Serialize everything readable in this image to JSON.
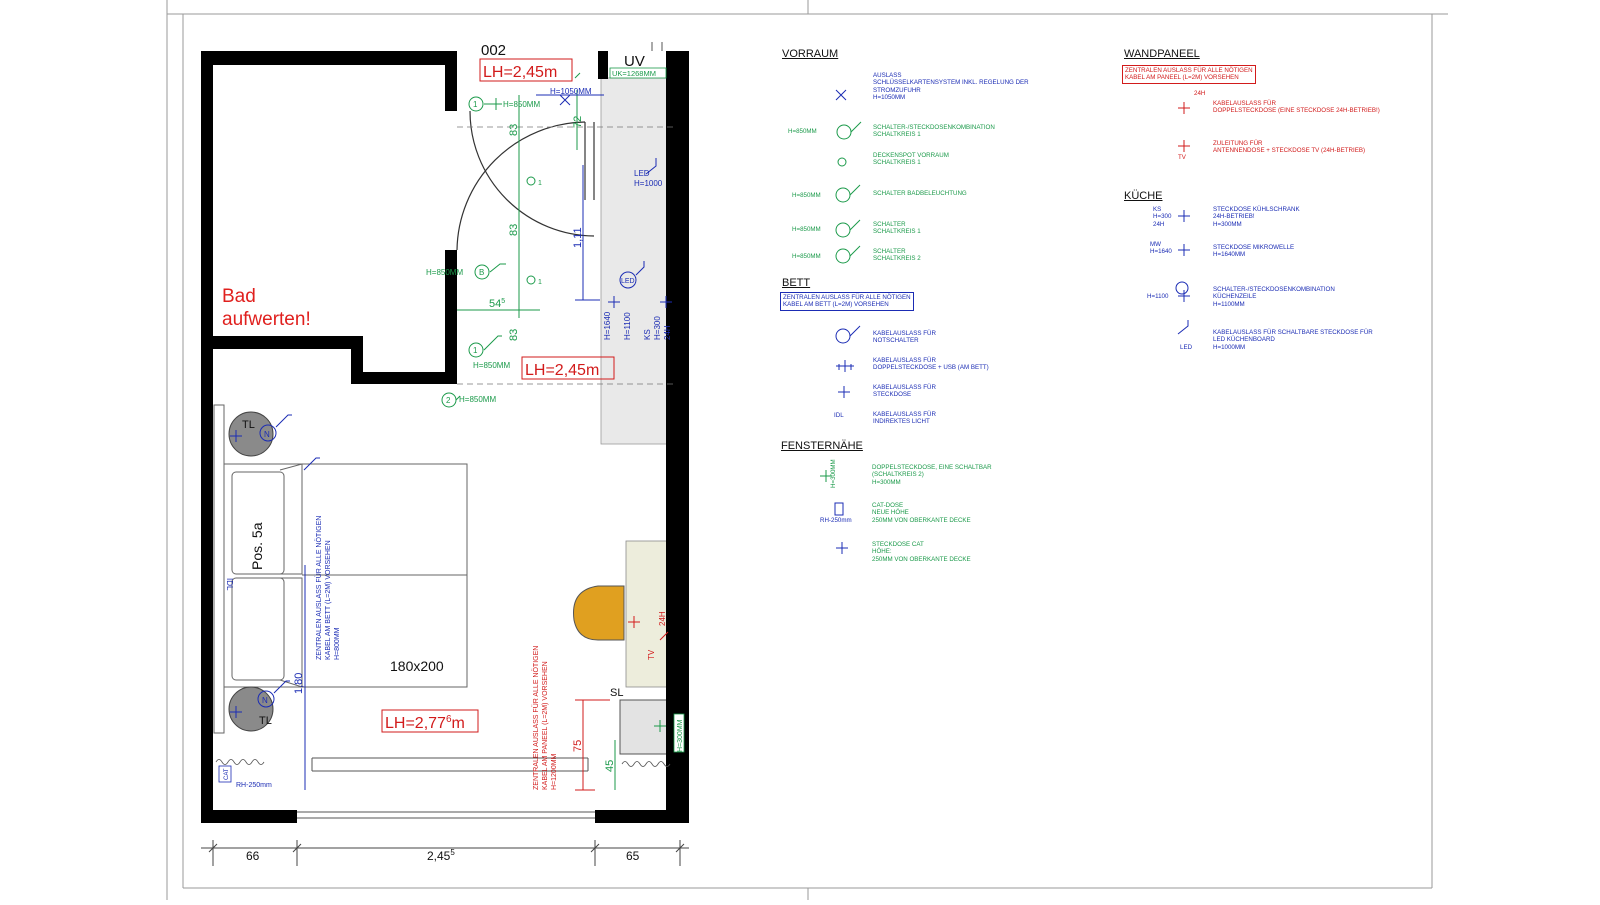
{
  "plan": {
    "room_number": "002",
    "lh_vorraum": "LH=2,45m",
    "lh_bad": "LH=2,45m",
    "lh_room": "LH=2,77",
    "lh_room_sup": "6",
    "lh_room_unit": "m",
    "uv_label": "UV",
    "uk_label": "UK=1268MM",
    "bad_note_line1": "Bad",
    "bad_note_line2": "aufwerten!",
    "bed_pos": "Pos. 5a",
    "bed_size": "180x200",
    "sl_label": "SL",
    "tl_label": "TL",
    "idl_label": "IDL",
    "led_label": "LED",
    "led_h": "H=1000",
    "h1050": "H=1050MM",
    "h850_a": "H=850MM",
    "h850_b": "H=850MM",
    "h850_c": "H=850MM",
    "h850_d": "H=850MM",
    "h1640": "H=1640",
    "h1100": "H=1100",
    "ks_label": "KS",
    "h300": "H=300",
    "h24": "24H",
    "h24_tv": "24H",
    "tv_label": "TV",
    "h300mm": "H=300MM",
    "cat_label": "CAT",
    "rh250": "RH-250mm",
    "dim_83a": "83",
    "dim_83b": "83",
    "dim_83c": "83",
    "dim_72": "72",
    "dim_111": "1,11",
    "dim_545": "54",
    "dim_545_sup": "5",
    "dim_180": "1,80",
    "dim_75": "75",
    "dim_45": "45",
    "dim_66": "66",
    "dim_2455": "2,45",
    "dim_2455_sup": "5",
    "dim_65": "65",
    "bed_note": "ZENTRALEN AUSLASS FÜR ALLE NÖTIGEN\nKABEL AM BETT (L=2M) VORSEHEN\nH=800MM",
    "panel_note": "ZENTRALEN AUSLASS FÜR ALLE NÖTIGEN\nKABEL AM PANEEL (L=2M) VORSEHEN\nH=1200MM",
    "sym_1": "1",
    "sym_2": "2",
    "sym_b": "B",
    "sym_n": "N",
    "sym_i": "1"
  },
  "legend": {
    "vorraum": {
      "title": "VORRAUM",
      "e1": "AUSLASS\nSCHLÜSSELKARTENSYSTEM INKL. REGELUNG DER\nSTROMZUFUHR\nH=1050MM",
      "e2": "SCHALTER-/STECKDOSENKOMBINATION\nSCHALTKREIS 1",
      "e2_h": "H=850MM",
      "e3": "DECKENSPOT VORRAUM\nSCHALTKREIS 1",
      "e4": "SCHALTER BADBELEUCHTUNG",
      "e4_h": "H=850MM",
      "e5": "SCHALTER\nSCHALTKREIS 1",
      "e5_h": "H=850MM",
      "e6": "SCHALTER\nSCHALTKREIS 2",
      "e6_h": "H=850MM"
    },
    "bett": {
      "title": "BETT",
      "box": "ZENTRALEN AUSLASS FÜR ALLE NÖTIGEN\nKABEL AM BETT (L=2M) VORSEHEN",
      "e1": "KABELAUSLASS FÜR\nNOTSCHALTER",
      "e2": "KABELAUSLASS FÜR\nDOPPELSTECKDOSE + USB (AM BETT)",
      "e3": "KABELAUSLASS FÜR\nSTECKDOSE",
      "e4_sym": "IDL",
      "e4": "KABELAUSLASS FÜR\nINDIREKTES LICHT"
    },
    "fenster": {
      "title": "FENSTERNÄHE",
      "e1": "DOPPELSTECKDOSE, EINE SCHALTBAR\n(SCHALTKREIS 2)\nH=300MM",
      "e1_h": "H=300MM",
      "e2": "CAT-DOSE\nNEUE HÖHE\n250MM VON OBERKANTE DECKE",
      "e2_h": "RH-250mm",
      "e3": "STECKDOSE CAT\nHÖHE:\n250MM VON OBERKANTE DECKE"
    },
    "wandpaneel": {
      "title": "WANDPANEEL",
      "box": "ZENTRALEN AUSLASS FÜR ALLE NÖTIGEN\nKABEL AM PANEEL (L=2M) VORSEHEN",
      "e1": "KABELAUSLASS FÜR\nDOPPELSTECKDOSE (EINE STECKDOSE 24H-BETRIEB!)",
      "e2": "ZULEITUNG FÜR\nANTENNENDOSE + STECKDOSE TV (24H-BETRIEB)",
      "e1_sym": "24H",
      "e2_sym": "TV"
    },
    "kueche": {
      "title": "KÜCHE",
      "e1_sym": "KS\nH=300\n24H",
      "e1": "STECKDOSE KÜHLSCHRANK\n24H-BETRIEB!\nH=300MM",
      "e2_sym": "MW\nH=1640",
      "e2": "STECKDOSE MIKROWELLE\nH=1640MM",
      "e3_sym": "H=1100",
      "e3": "SCHALTER-/STECKDOSENKOMBINATION\nKÜCHENZEILE\nH=1100MM",
      "e4_sym": "LED",
      "e4": "KABELAUSLASS FÜR SCHALTBARE STECKDOSE FÜR\nLED KÜCHENBOARD\nH=1000MM"
    }
  }
}
